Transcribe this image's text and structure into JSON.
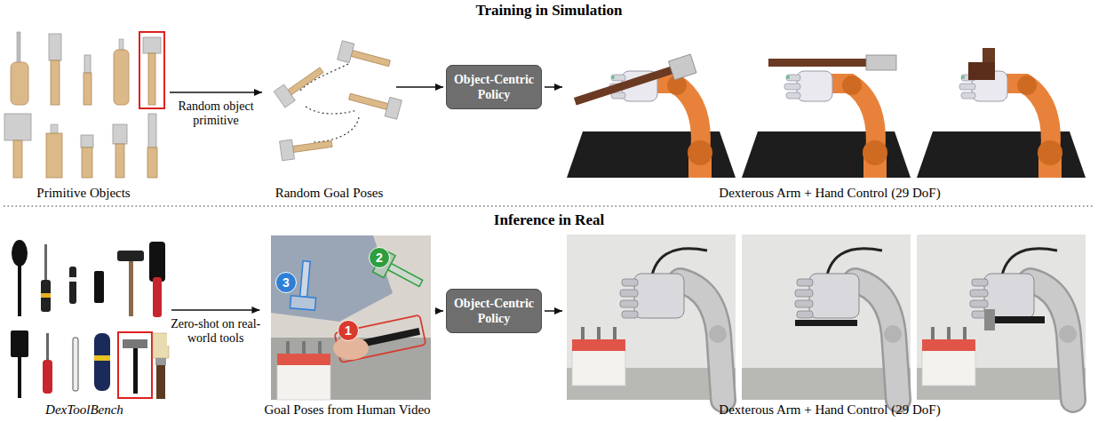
{
  "diagram": {
    "nodes": [
      {
        "text": [
          "Primitive Objects"
        ]
      },
      {
        "text": [
          "Random Goal Poses"
        ]
      },
      {
        "text": [
          "Object-Centric Policy"
        ]
      },
      {
        "text": [
          "Dexterous Arm + Hand Control (29 DoF)"
        ]
      },
      {
        "text": [
          "DexToolBench"
        ]
      },
      {
        "text": [
          "Goal Poses from Human Video"
        ]
      },
      {
        "text": [
          "Object-Centric Policy"
        ]
      },
      {
        "text": [
          "Dexterous Arm + Hand Control (29 DoF)"
        ]
      }
    ],
    "edges": [
      {
        "from": 0,
        "to": 1,
        "arrow": "to",
        "label": "Random object primitive"
      },
      {
        "from": 1,
        "to": 2,
        "arrow": "to"
      },
      {
        "from": 2,
        "to": 3,
        "arrow": "to"
      },
      {
        "from": 4,
        "to": 5,
        "arrow": "to",
        "label": "Zero-shot on real-world tools"
      },
      {
        "from": 5,
        "to": 6,
        "arrow": "to"
      },
      {
        "from": 6,
        "to": 7,
        "arrow": "to"
      }
    ],
    "labels": [
      "Training in Simulation",
      "Inference in Real",
      "2",
      "3",
      "1"
    ]
  }
}
